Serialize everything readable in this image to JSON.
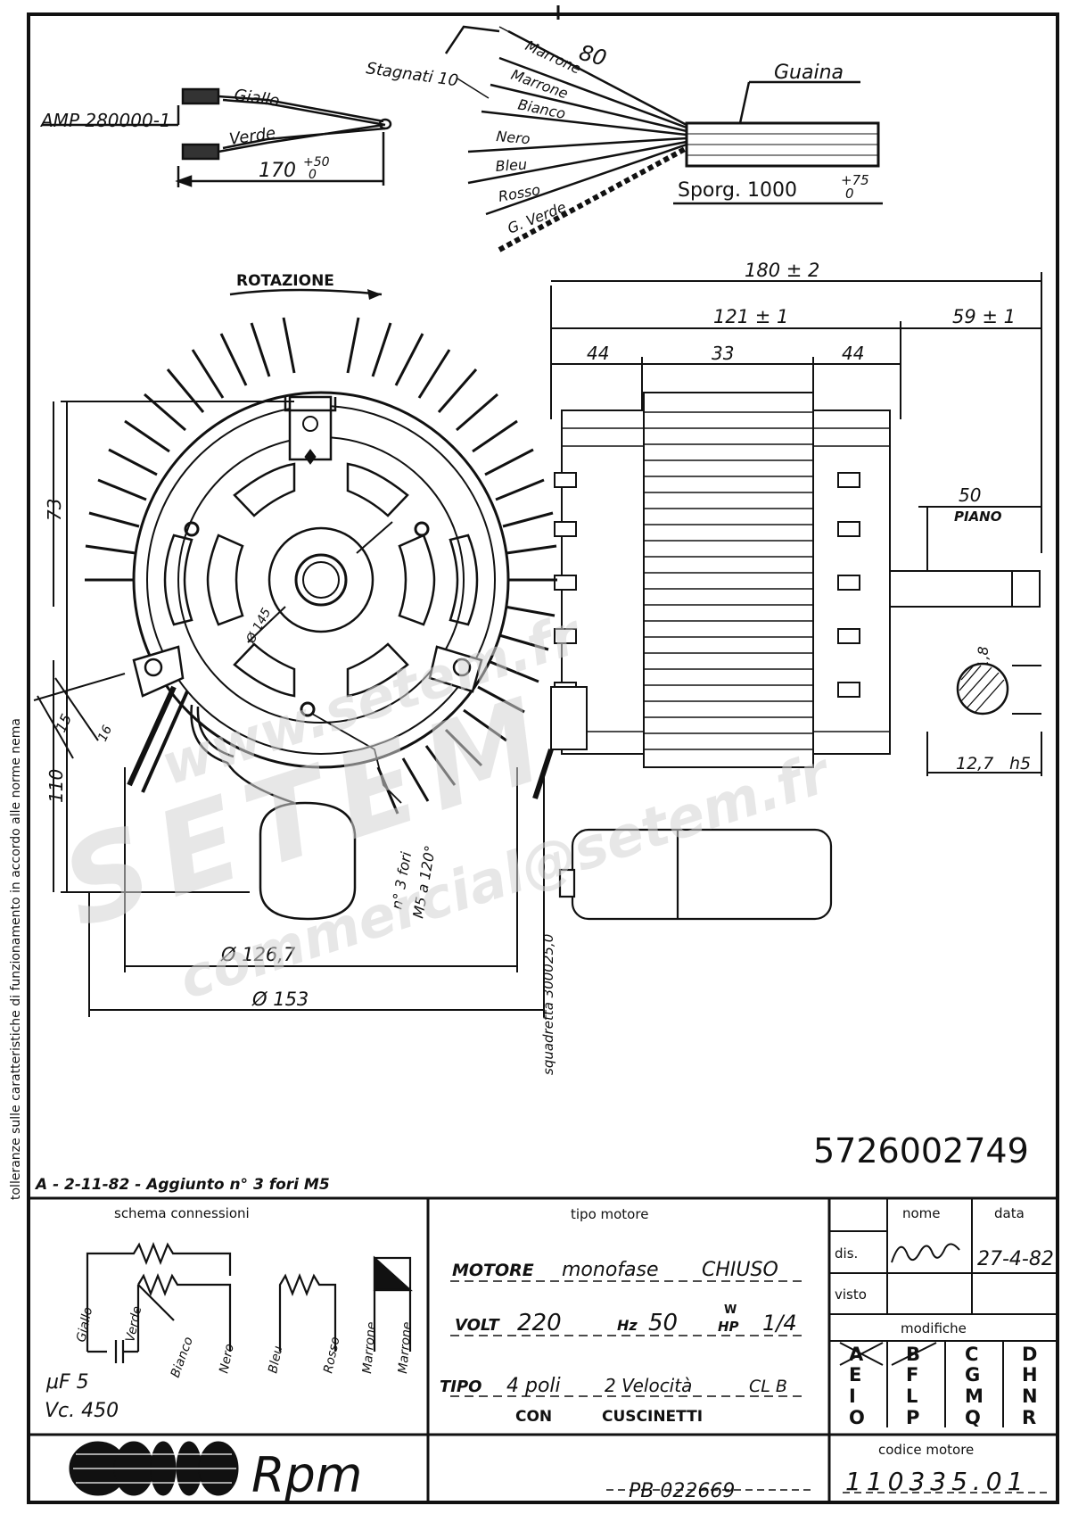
{
  "wires_top": {
    "amp_label": "AMP 280000-1",
    "giallo": "Giallo",
    "verde": "Verde",
    "length_label": "170",
    "length_tol": "+50",
    "length_tol2": "0",
    "stagnati": "Stagnati 10",
    "dim80": "80",
    "colors": [
      "Marrone",
      "Marrone",
      "Bianco",
      "Nero",
      "Bleu",
      "Rosso",
      "G. Verde"
    ],
    "guaina": "Guaina",
    "sporg": "Sporg. 1000",
    "sporg_tol": "+75",
    "sporg_tol2": "0"
  },
  "rotation_label": "ROTAZIONE",
  "side_dims": {
    "total": "180 ± 2",
    "body": "121 ± 1",
    "shaft": "59 ± 1",
    "d44a": "44",
    "d33": "33",
    "d44b": "44",
    "piano": "50",
    "piano_label": "PIANO",
    "d118": "11,8",
    "d127": "12,7",
    "h5": "h5"
  },
  "front_dims": {
    "d73": "73",
    "d110": "110",
    "d15": "15",
    "d16": "16",
    "d1265": "Ø 126,7",
    "d153": "Ø 153",
    "hole_note1": "n° 3 fori",
    "hole_note2": "M5 a 120°",
    "diag": "Ø 145"
  },
  "squadretta": "squadretta 300025,0",
  "side_note": "tolleranze sulle caratteristiche di funzionamento in accordo alle norme nema",
  "part_number": "5726002749",
  "revision_note": "A - 2-11-82 - Aggiunto n° 3 fori M5",
  "schema": {
    "title": "schema    connessioni",
    "uf": "μF 5",
    "vc": "Vc. 450",
    "wires": [
      "Giallo",
      "Verde",
      "Bianco",
      "Nero",
      "Bleu",
      "Rosso",
      "Marrone",
      "Marrone"
    ]
  },
  "tipo_motore": {
    "header": "tipo motore",
    "line1_a": "MOTORE",
    "line1_b": "monofase",
    "line1_c": "CHIUSO",
    "volt_label": "VOLT",
    "volt": "220",
    "hz_label": "Hz",
    "hz": "50",
    "w_label": "W",
    "hp_label": "HP",
    "power": "1/4",
    "tipo_label": "TIPO",
    "poli": "4 poli",
    "vel": "2 Velocità",
    "cl": "CL B",
    "con": "CON",
    "cuscinetti": "CUSCINETTI"
  },
  "title_block": {
    "nome": "nome",
    "data": "data",
    "dis": "dis.",
    "visto": "visto",
    "dis_date": "27-4-82",
    "modifiche": "modifiche",
    "mods": [
      "A",
      "B",
      "C",
      "D",
      "E",
      "F",
      "G",
      "H",
      "I",
      "L",
      "M",
      "N",
      "O",
      "P",
      "Q",
      "R"
    ],
    "codice": "codice motore",
    "code": "110335.01",
    "pb": "PB 022669",
    "brand": "Rpm"
  },
  "watermark": {
    "w1": "www.setem.fr",
    "w2": "SETEM",
    "w3": "commercial@setem.fr"
  }
}
